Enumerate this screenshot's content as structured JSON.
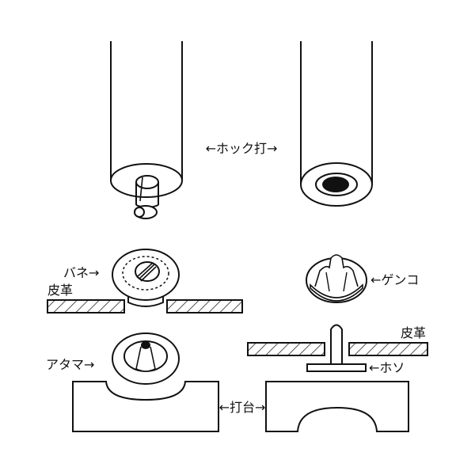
{
  "labels": {
    "hook_setter": "←ホック打→",
    "spring": "バネ→",
    "leather_left": "皮革",
    "genko": "←ゲンコ",
    "atama": "アタマ→",
    "leather_right": "皮革",
    "hoso": "←ホソ",
    "anvil": "←打台→"
  },
  "colors": {
    "line": "#111111",
    "background": "#ffffff"
  }
}
